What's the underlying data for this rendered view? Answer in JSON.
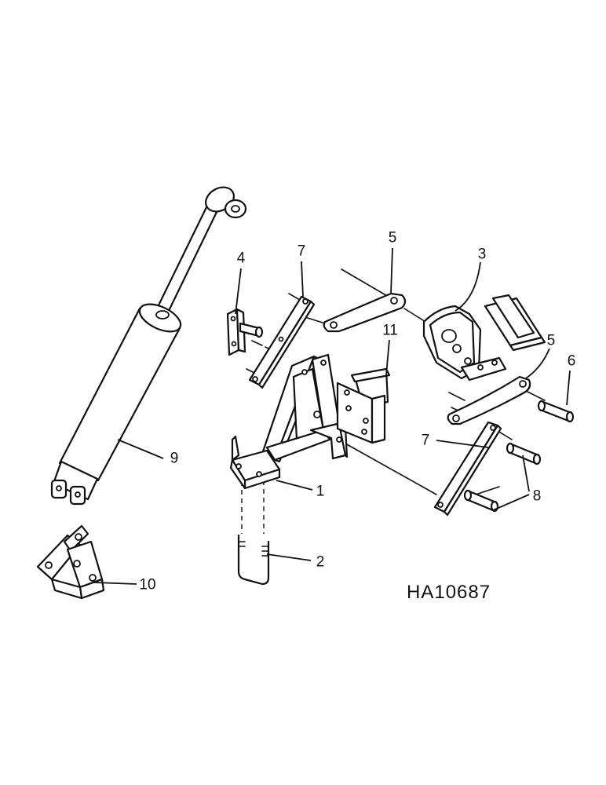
{
  "callouts": {
    "c1": "1",
    "c2": "2",
    "c3": "3",
    "c4": "4",
    "c5a": "5",
    "c5b": "5",
    "c6": "6",
    "c7a": "7",
    "c7b": "7",
    "c8": "8",
    "c9": "9",
    "c10": "10",
    "c11": "11"
  },
  "figure_id": "HA10687"
}
